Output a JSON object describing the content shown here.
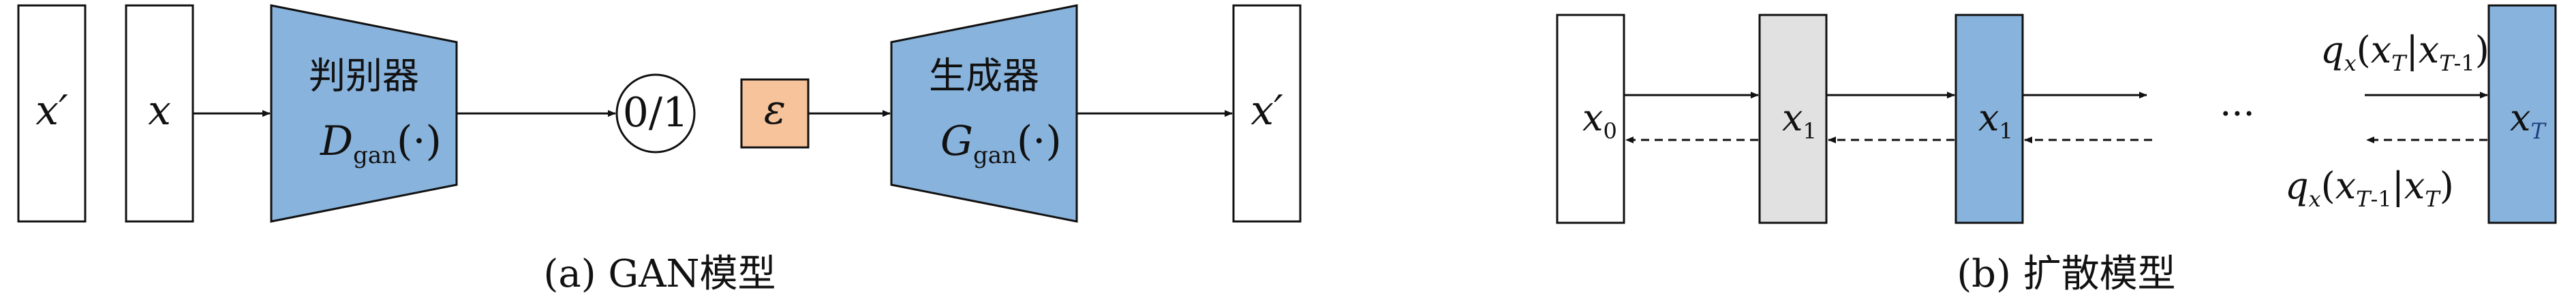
{
  "colors": {
    "blue": "#88b3dc",
    "orange": "#f6c39b",
    "gray": "#e1e1e1",
    "stroke": "#111111"
  },
  "gan": {
    "box_x_prime_left": "x′",
    "box_x": "x",
    "discriminator_cn": "判别器",
    "discriminator_math": "D",
    "discriminator_sub": "gan",
    "discriminator_arg": "(·)",
    "output_circle": "0/1",
    "noise": "ε",
    "generator_cn": "生成器",
    "generator_math": "G",
    "generator_sub": "gan",
    "generator_arg": "(·)",
    "box_x_prime_right": "x′",
    "caption": "(a) GAN模型"
  },
  "diffusion": {
    "x0": "x",
    "x0_sub": "0",
    "x1a": "x",
    "x1a_sub": "1",
    "x1b": "x",
    "x1b_sub": "1",
    "ellipsis": "···",
    "xT": "x",
    "xT_sub": "T",
    "forward_label": "q_x(x_T|x_T-1)",
    "reverse_label": "q_x(x_T-1|x_T)",
    "caption": "(b) 扩散模型"
  }
}
